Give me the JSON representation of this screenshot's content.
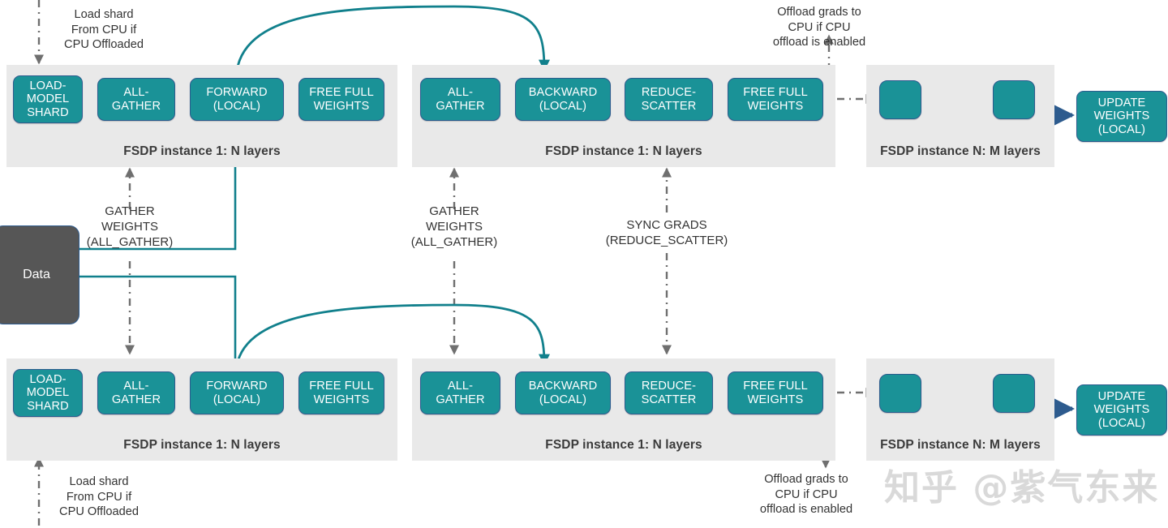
{
  "diagram": {
    "title": "FSDP (Fully Sharded Data Parallel) workflow",
    "colors": {
      "node_fill": "#1a9297",
      "node_border": "#2d5b8e",
      "band_fill": "#e9e9e9",
      "data_fill": "#565656",
      "teal_link": "#11808c",
      "blue_arrow": "#2d5b8e",
      "dashed_gray": "#6f6f6f",
      "text_dark": "#333333",
      "watermark": "#d8d8d8"
    }
  },
  "data_node": {
    "label": "Data"
  },
  "bands": [
    {
      "id": "top-fsdp-1",
      "label": "FSDP instance 1: N layers"
    },
    {
      "id": "top-fsdp-1b",
      "label": "FSDP instance 1: N layers"
    },
    {
      "id": "top-fsdp-n",
      "label": "FSDP instance N: M layers"
    },
    {
      "id": "bot-fsdp-1",
      "label": "FSDP instance 1: N layers"
    },
    {
      "id": "bot-fsdp-1b",
      "label": "FSDP instance 1: N layers"
    },
    {
      "id": "bot-fsdp-n",
      "label": "FSDP instance N: M layers"
    }
  ],
  "nodes": {
    "top_forward_group": [
      "LOAD-\nMODEL\nSHARD",
      "ALL-\nGATHER",
      "FORWARD\n(LOCAL)",
      "FREE FULL\nWEIGHTS"
    ],
    "top_backward_group": [
      "ALL-\nGATHER",
      "BACKWARD\n(LOCAL)",
      "REDUCE-\nSCATTER",
      "FREE FULL\nWEIGHTS"
    ],
    "top_tail_group": [
      "",
      ""
    ],
    "top_update": "UPDATE\nWEIGHTS\n(LOCAL)",
    "bot_forward_group": [
      "LOAD-\nMODEL\nSHARD",
      "ALL-\nGATHER",
      "FORWARD\n(LOCAL)",
      "FREE FULL\nWEIGHTS"
    ],
    "bot_backward_group": [
      "ALL-\nGATHER",
      "BACKWARD\n(LOCAL)",
      "REDUCE-\nSCATTER",
      "FREE FULL\nWEIGHTS"
    ],
    "bot_tail_group": [
      "",
      ""
    ],
    "bot_update": "UPDATE\nWEIGHTS\n(LOCAL)"
  },
  "annotations": {
    "top_load_shard": "Load shard\nFrom CPU if\nCPU Offloaded",
    "top_offload_grads": "Offload grads to\nCPU if CPU\noffload is enabled",
    "gather_weights_left": "GATHER\nWEIGHTS\n(ALL_GATHER)",
    "gather_weights_right": "GATHER\nWEIGHTS\n(ALL_GATHER)",
    "sync_grads": "SYNC GRADS\n(REDUCE_SCATTER)",
    "bot_load_shard": "Load shard\nFrom CPU if\nCPU Offloaded",
    "bot_offload_grads": "Offload grads to\nCPU if CPU\noffload is enabled"
  },
  "watermark": {
    "text": "知乎 @紫气东来"
  }
}
